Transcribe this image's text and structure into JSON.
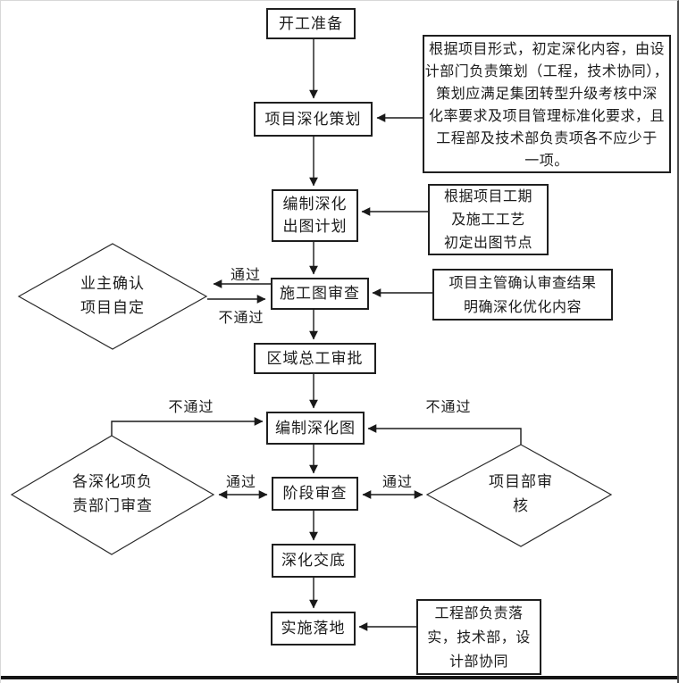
{
  "labels": {
    "pass": "通过",
    "fail": "不通过"
  },
  "nodes": {
    "start": "开工准备",
    "planning": "项目深化策划",
    "drawing_plan": "编制深化\n出图计划",
    "shop_drawing_review": "施工图审查",
    "regional_chief_approval": "区域总工审批",
    "deepening_drawing": "编制深化图",
    "stage_review": "阶段审查",
    "disclosure": "深化交底",
    "implementation": "实施落地",
    "owner_confirm": "业主确认\n项目自定",
    "dept_review": "各深化项负\n责部门审查",
    "project_dept_review": "项目部审\n核"
  },
  "notes": {
    "planning_note": "根据项目形式，初定深化内容，由设\n计部门负责策划（工程，技术协同），\n策划应满足集团转型升级考核中深\n化率要求及项目管理标准化要求，且\n工程部及技术部负责项各不应少于\n一项。",
    "schedule_note": "根据项目工期\n及施工工艺\n初定出图节点",
    "review_note": "项目主管确认审查结果\n明确深化优化内容",
    "implementation_note": "工程部负责落\n实，技术部，设\n计部协同"
  }
}
